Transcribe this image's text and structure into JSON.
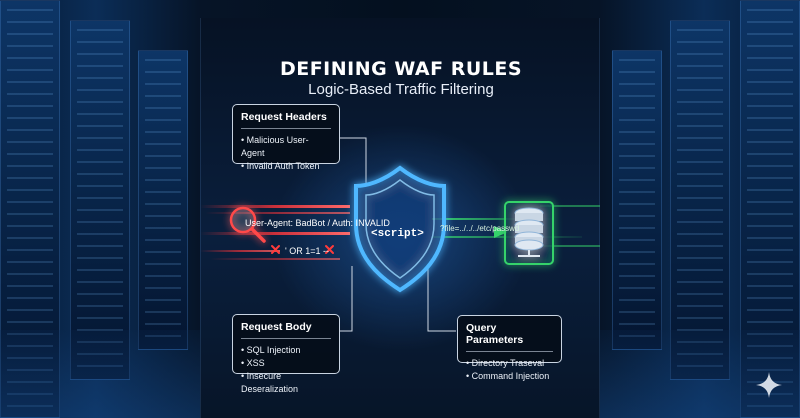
{
  "header": {
    "title": "DEFINING WAF RULES",
    "subtitle": "Logic-Based Traffic Filtering"
  },
  "cards": {
    "request_headers": {
      "title": "Request Headers",
      "items": [
        "Malicious User-Agent",
        "Invalid Auth Token"
      ]
    },
    "request_body": {
      "title": "Request Body",
      "items": [
        "SQL Injection",
        "XSS",
        "Insecure Deseralization"
      ]
    },
    "query_parameters": {
      "title": "Query Parameters",
      "items": [
        "Directory Traseval",
        "Command Injection"
      ]
    }
  },
  "traffic": {
    "user_agent_text": "User-Agent: BadBot / Auth: INVALID",
    "sqli_text": "' OR 1=1 --",
    "path_text": "?file=../../../etc/passwd",
    "script_text": "<script>"
  },
  "icons": {
    "inspect": "magnifier-icon",
    "block": "x-mark-icon",
    "shield": "shield-icon",
    "server": "database-server-icon",
    "watermark": "sparkle-icon"
  },
  "colors": {
    "shield_glow": "#4fb8ff",
    "malicious_traffic": "#e0323a",
    "clean_traffic": "#35d36a",
    "card_border": "#c9d4e2"
  }
}
